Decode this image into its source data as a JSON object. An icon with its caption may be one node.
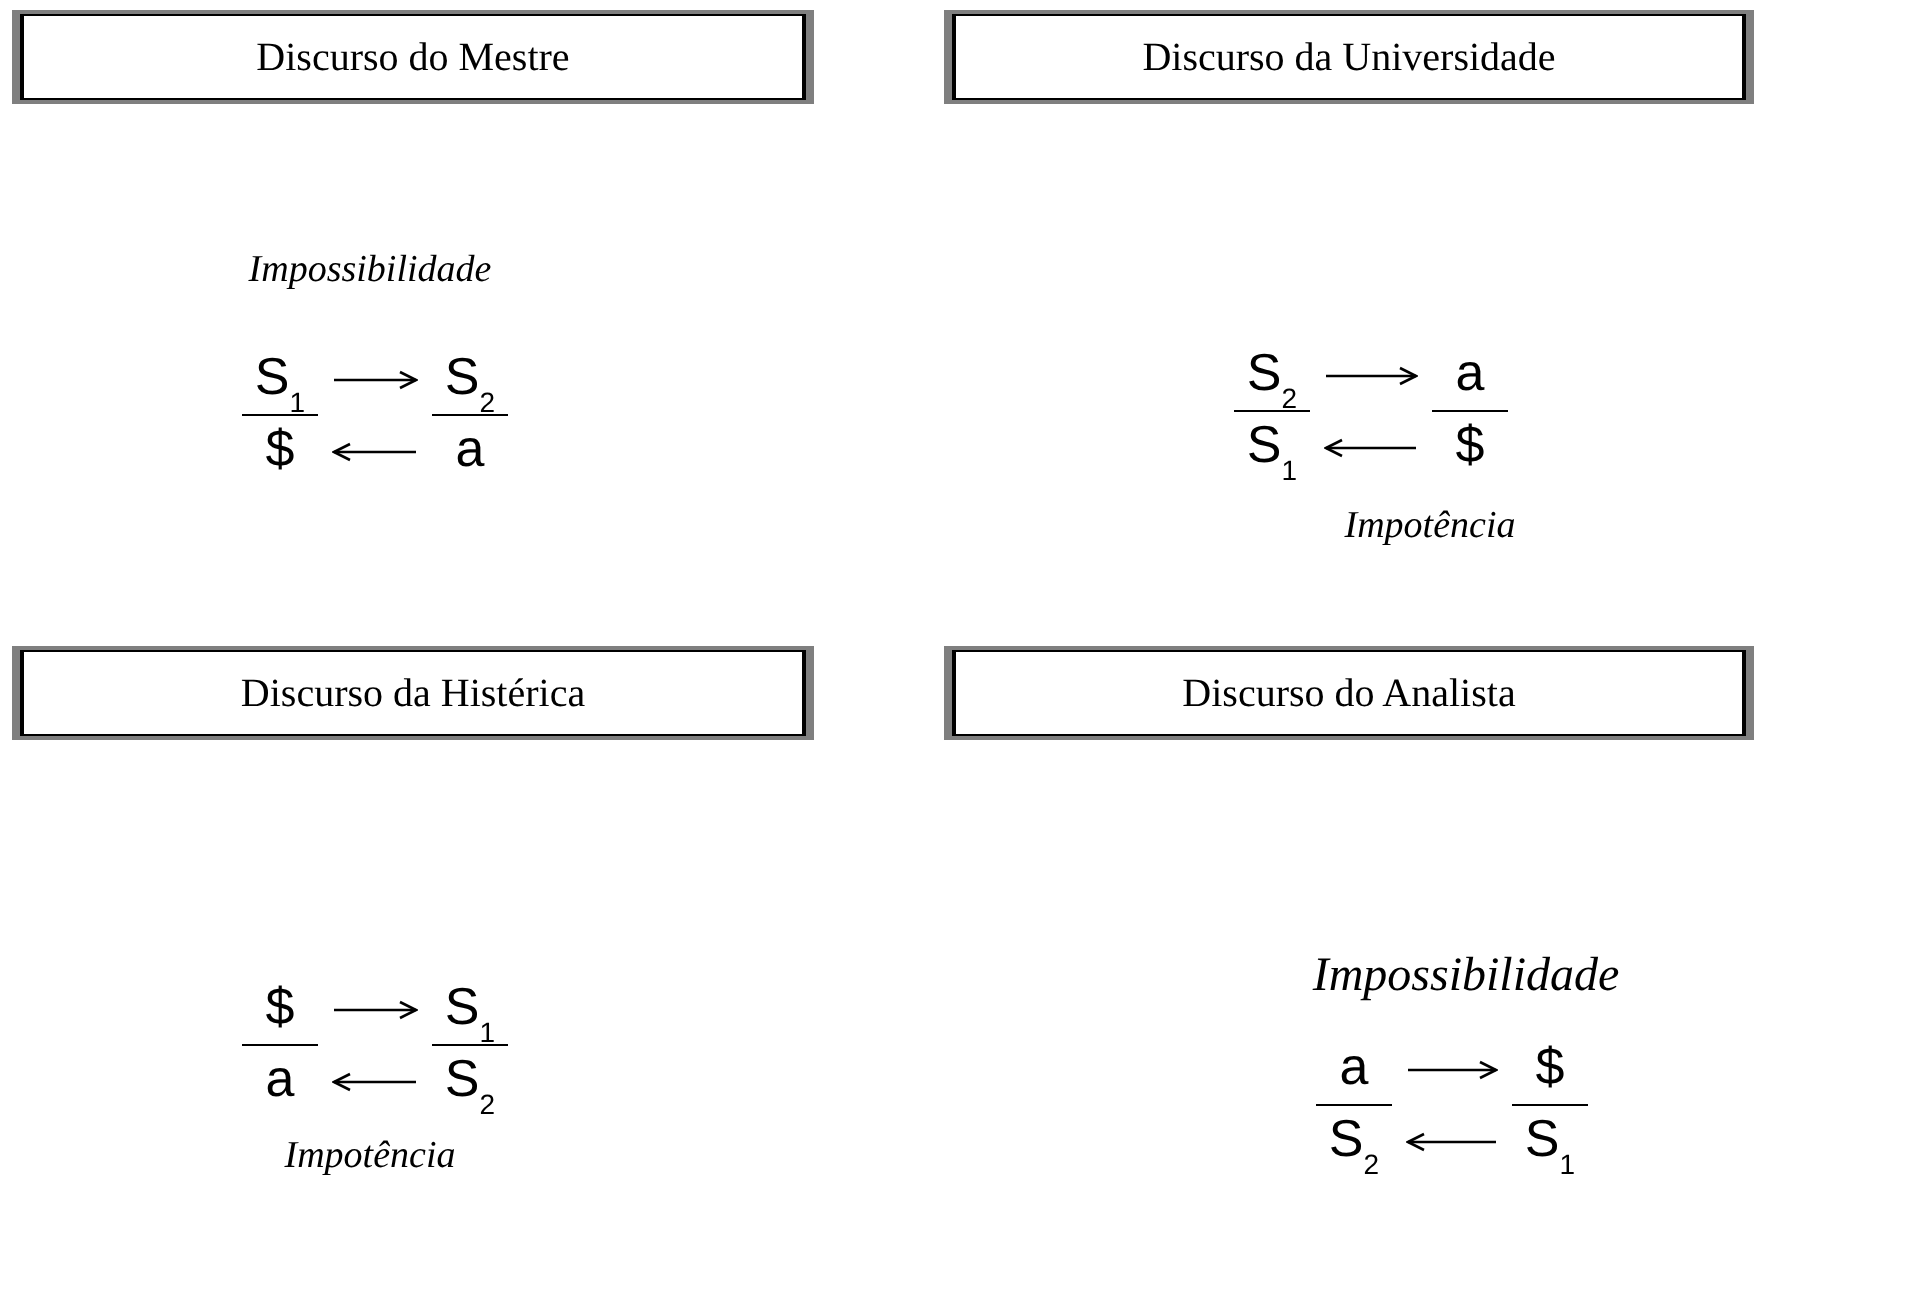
{
  "diagram": {
    "nodes": [
      {
        "text": [
          "Discurso do Mestre"
        ]
      },
      {
        "text": [
          "Discurso da Universidade"
        ]
      },
      {
        "text": [
          "S$_{1}$"
        ]
      },
      {
        "text": [
          "S$_{2}$"
        ]
      },
      {
        "text": [
          "$"
        ]
      },
      {
        "text": [
          "a"
        ]
      },
      {
        "text": [
          "S$_{2}$"
        ]
      },
      {
        "text": [
          "a"
        ]
      },
      {
        "text": [
          "S$_{1}$"
        ]
      },
      {
        "text": [
          "$"
        ]
      },
      {
        "text": [
          "Discurso da Histérica"
        ]
      },
      {
        "text": [
          "Discurso do Analista"
        ]
      },
      {
        "text": [
          "$"
        ]
      },
      {
        "text": [
          "S$_{1}$"
        ]
      },
      {
        "text": [
          "a"
        ]
      },
      {
        "text": [
          "S$_{2}$"
        ]
      },
      {
        "text": [
          "a"
        ]
      },
      {
        "text": [
          "$"
        ]
      },
      {
        "text": [
          "S$_{2}$"
        ]
      },
      {
        "text": [
          "S$_{1}$"
        ]
      }
    ],
    "edges": [
      {
        "from": 2,
        "to": 3,
        "arrow": "to"
      },
      {
        "from": 5,
        "to": 4,
        "arrow": "to"
      },
      {
        "from": 6,
        "to": 7,
        "arrow": "to"
      },
      {
        "from": 9,
        "to": 8,
        "arrow": "to"
      },
      {
        "from": 12,
        "to": 13,
        "arrow": "to"
      },
      {
        "from": 15,
        "to": 14,
        "arrow": "to"
      },
      {
        "from": 16,
        "to": 17,
        "arrow": "to"
      },
      {
        "from": 19,
        "to": 18,
        "arrow": "to"
      }
    ],
    "labels": [
      "Impossibilidade",
      "Impotência",
      "Impotência",
      "Impossibilidade"
    ]
  }
}
